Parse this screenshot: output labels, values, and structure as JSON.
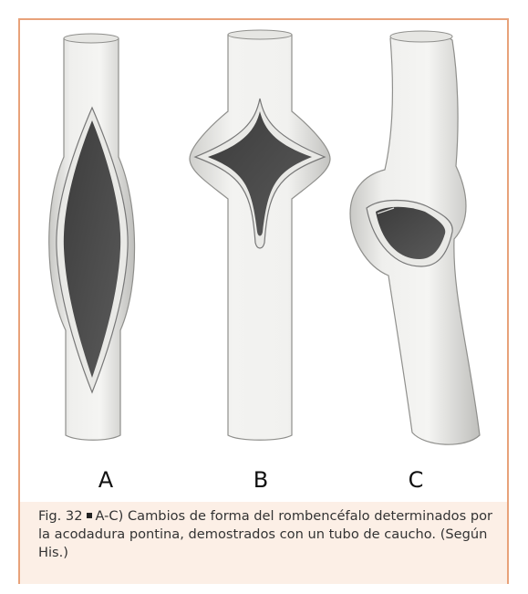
{
  "figure": {
    "panels": [
      {
        "label": "A"
      },
      {
        "label": "B"
      },
      {
        "label": "C"
      }
    ],
    "caption": {
      "figure_number": "Fig. 32",
      "text": "A-C) Cambios de forma del rombencéfalo determinados por la acodadura pontina, demostrados con un tubo de caucho. (Según His.)"
    },
    "colors": {
      "frame_border": "#e8a27a",
      "caption_background": "#fcefe6",
      "tube_fill": "#ededeb",
      "cavity_fill": "#4a4a4a"
    }
  }
}
